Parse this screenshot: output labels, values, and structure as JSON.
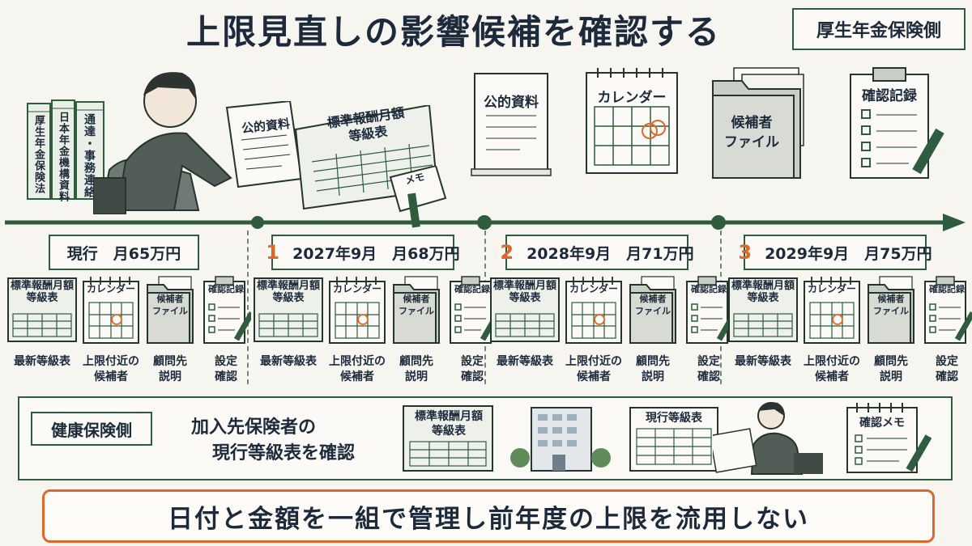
{
  "title": "上限見直しの影響候補を確認する",
  "pension_tag": "厚生年金保険側",
  "books": [
    "厚生年金保険法",
    "日本年金機構資料",
    "通達・事務連絡"
  ],
  "scene": {
    "public_doc": "公的資料",
    "grade_table": "標準報酬月額\n等級表",
    "memo": "メモ"
  },
  "top_icons": {
    "public_doc": "公的資料",
    "calendar": "カレンダー",
    "file": "候補者\nファイル",
    "record": "確認記録"
  },
  "periods": [
    {
      "number": "",
      "label": "現行　月65万円"
    },
    {
      "number": "1",
      "label": "2027年9月　月68万円"
    },
    {
      "number": "2",
      "label": "2028年9月　月71万円"
    },
    {
      "number": "3",
      "label": "2029年9月　月75万円"
    }
  ],
  "small_icon_titles": {
    "grade_table": "標準報酬月額\n等級表",
    "calendar": "カレンダー",
    "file": "候補者\nファイル",
    "record": "確認記録"
  },
  "step_labels": [
    "最新等級表",
    "上限付近の\n候補者",
    "顧問先\n説明",
    "設定\n確認"
  ],
  "health": {
    "tag": "健康保険側",
    "line1": "加入先保険者の",
    "line2": "現行等級表を確認",
    "grade_table": "標準報酬月額\n等級表",
    "current_table": "現行等級表",
    "memo": "確認メモ"
  },
  "bottom_message": "日付と金額を一組で管理し前年度の上限を流用しない",
  "colors": {
    "green": "#2f5b3f",
    "orange": "#e0672c",
    "ink": "#1d2a3c",
    "paper": "#fbfaf6"
  }
}
